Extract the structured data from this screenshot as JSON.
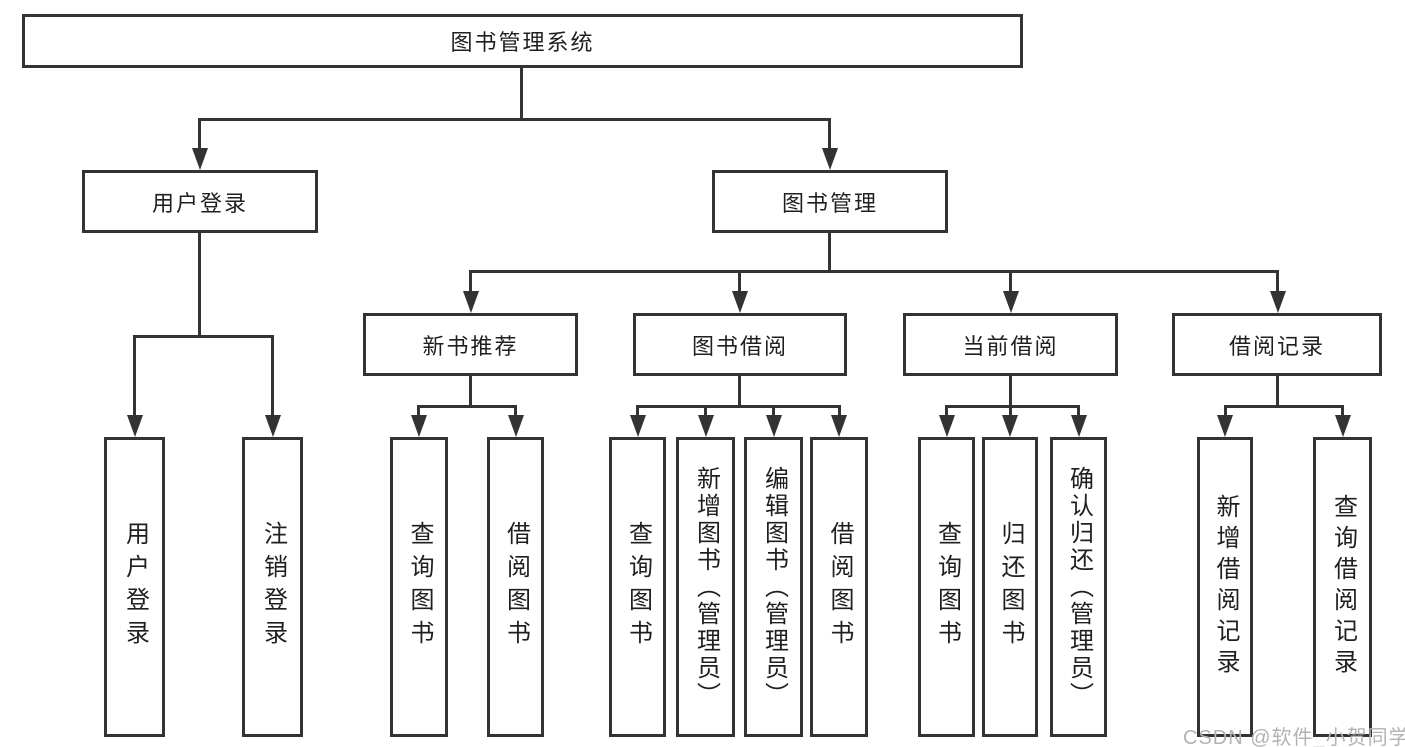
{
  "diagram": {
    "title": "图书管理系统",
    "tree": {
      "root": {
        "label": "图书管理系统"
      },
      "children": [
        {
          "label": "用户登录",
          "children": [
            {
              "label": "用户登录"
            },
            {
              "label": "注销登录"
            }
          ]
        },
        {
          "label": "图书管理",
          "children": [
            {
              "label": "新书推荐",
              "children": [
                {
                  "label": "查询图书"
                },
                {
                  "label": "借阅图书"
                }
              ]
            },
            {
              "label": "图书借阅",
              "children": [
                {
                  "label": "查询图书"
                },
                {
                  "label": "新增图书（管理员）"
                },
                {
                  "label": "编辑图书（管理员）"
                },
                {
                  "label": "借阅图书"
                }
              ]
            },
            {
              "label": "当前借阅",
              "children": [
                {
                  "label": "查询图书"
                },
                {
                  "label": "归还图书"
                },
                {
                  "label": "确认归还（管理员）"
                }
              ]
            },
            {
              "label": "借阅记录",
              "children": [
                {
                  "label": "新增借阅记录"
                },
                {
                  "label": "查询借阅记录"
                }
              ]
            }
          ]
        }
      ]
    },
    "colors": {
      "line": "#333333",
      "text": "#1f1f1f",
      "background": "#ffffff",
      "watermark": "#b3b3b3"
    },
    "watermark": "CSDN @软件_小贺同学"
  }
}
